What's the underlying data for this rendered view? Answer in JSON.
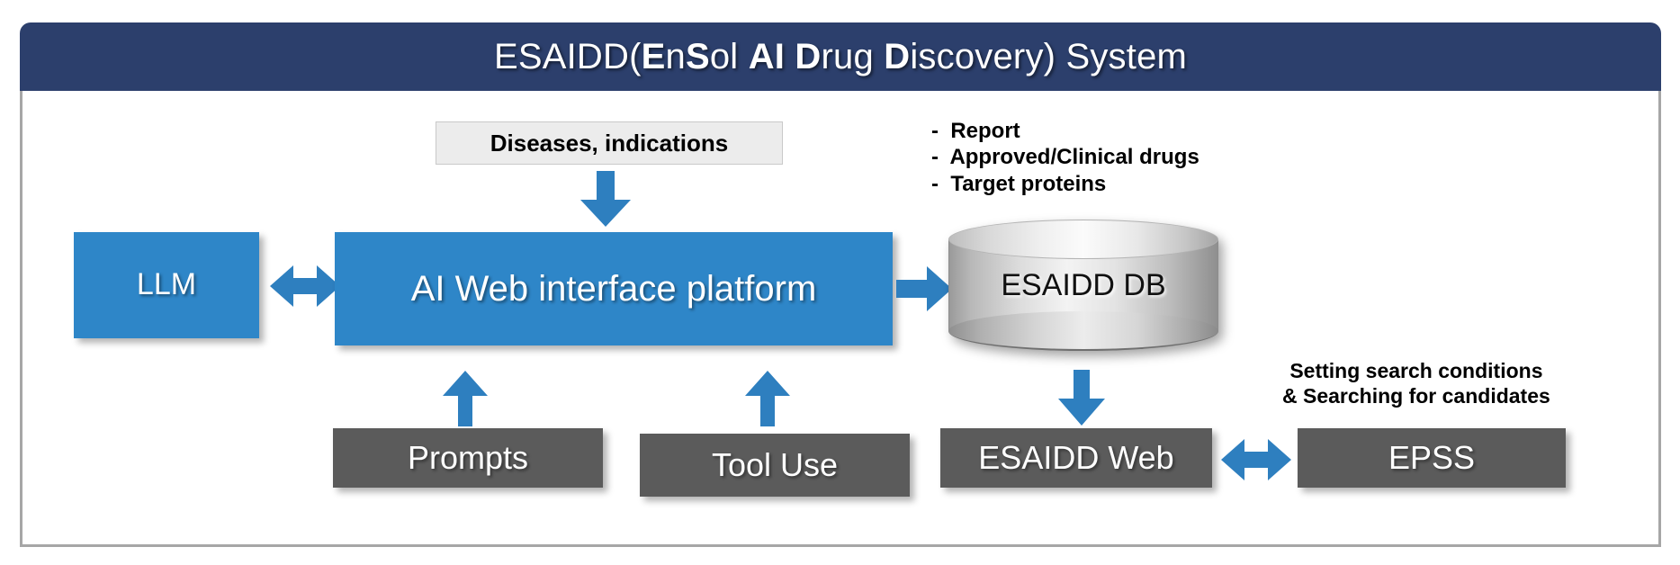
{
  "header": {
    "title_plain_1": "ESAIDD(",
    "title_bold_1": "E",
    "title_plain_2": "n",
    "title_bold_2": "S",
    "title_plain_3": "ol ",
    "title_bold_3": "AI D",
    "title_plain_4": "rug ",
    "title_bold_4": "D",
    "title_plain_5": "iscovery) System",
    "title_full": "ESAIDD(EnSol AI Drug Discovery) System",
    "background_color": "#2C3F6C",
    "text_color": "#FFFFFF"
  },
  "nodes": {
    "diseases_box": {
      "label": "Diseases, indications",
      "type": "label-box",
      "fill": "#ECECEC"
    },
    "llm": {
      "label": "LLM",
      "type": "process",
      "fill": "#2E86C8"
    },
    "ai_platform": {
      "label": "AI Web interface platform",
      "type": "process",
      "fill": "#2E86C8"
    },
    "esaidd_db": {
      "label": "ESAIDD DB",
      "type": "database",
      "fill": "#D9D9D9"
    },
    "prompts": {
      "label": "Prompts",
      "type": "process",
      "fill": "#5B5B5B"
    },
    "tool_use": {
      "label": "Tool Use",
      "type": "process",
      "fill": "#5B5B5B"
    },
    "esaidd_web": {
      "label": "ESAIDD Web",
      "type": "process",
      "fill": "#5B5B5B"
    },
    "epss": {
      "label": "EPSS",
      "type": "process",
      "fill": "#5B5B5B"
    }
  },
  "annotations": {
    "db_outputs": {
      "lines": [
        "-  Report",
        "-  Approved/Clinical drugs",
        "-  Target proteins"
      ],
      "text": "-  Report\n-  Approved/Clinical drugs\n-  Target proteins"
    },
    "epss_note": {
      "lines": [
        "Setting search conditions",
        "& Searching for candidates"
      ],
      "text": "Setting search conditions\n& Searching for candidates"
    }
  },
  "connectors": {
    "accent_color": "#2E7FBF",
    "items": [
      {
        "name": "diseases-to-platform",
        "direction": "down"
      },
      {
        "name": "llm-to-platform",
        "direction": "bidirectional-horizontal"
      },
      {
        "name": "platform-to-db",
        "direction": "right"
      },
      {
        "name": "prompts-to-platform",
        "direction": "up"
      },
      {
        "name": "tooluse-to-platform",
        "direction": "up"
      },
      {
        "name": "db-to-esaidd-web",
        "direction": "down"
      },
      {
        "name": "esaidd-web-to-epss",
        "direction": "bidirectional-horizontal"
      }
    ]
  }
}
